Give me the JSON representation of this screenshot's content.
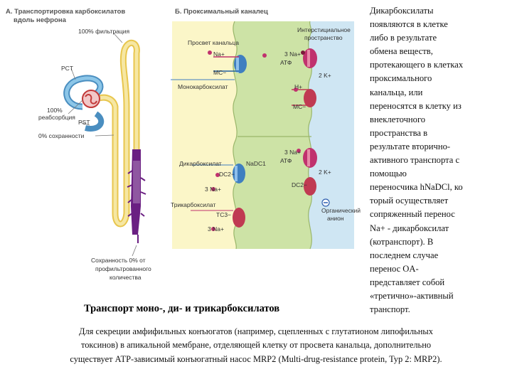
{
  "panel_a": {
    "title_line1": "А. Транспортировка карбоксилатов",
    "title_line2": "вдоль нефрона",
    "filtration": "100% фильтрация",
    "pct": "PCT",
    "reabsorption_line1": "100%",
    "reabsorption_line2": "реабсорбция",
    "pst": "PST",
    "retention": "0% сохранности",
    "preserved_line1": "Сохранность 0% от",
    "preserved_line2": "профильтрованного",
    "preserved_line3": "количества"
  },
  "panel_b": {
    "title": "Б. Проксимальный каналец",
    "lumen": "Просвет канальца",
    "interstitial_line1": "Интерстициальное",
    "interstitial_line2": "пространство",
    "na_plus": "Na+",
    "mc_minus": "MC−",
    "monocarboxylate": "Монокарбоксилат",
    "three_na_1": "3 Na+",
    "atp_1": "АТФ",
    "two_k_1": "2 K+",
    "h_plus": "H+",
    "mc_minus_right": "MC−",
    "dicarboxylate": "Дикарбоксилат",
    "nadc1": "NaDC1",
    "dc2_left": "DC2−",
    "three_na_left": "3 Na+",
    "three_na_2": "3 Na+",
    "atp_2": "АТФ",
    "two_k_2": "2 K+",
    "dc2_right": "DC2−",
    "tricarboxylate": "Трикарбоксилат",
    "tc3": "TC3−",
    "three_na_bottom": "3 Na+",
    "organic_anion_line1": "Органический",
    "organic_anion_line2": "анион"
  },
  "figure_caption": "Транспорт моно-, ди- и трикарбоксилатов",
  "side_text": [
    "Дикарбоксилаты",
    "появляются в клетке",
    "либо в результате",
    "обмена веществ,",
    "протекающего в клетках",
    "проксимального",
    "канальца, или",
    "переносятся в клетку из",
    "внеклеточного",
    "пространства в",
    "результате вторично-",
    "активного транспорта с",
    "помощью",
    "переносчика hNaDCl, ко",
    "торый осуществляет",
    "сопряженный перенос",
    "Na+ - дикарбоксилат",
    "(котранспорт). В",
    "последнем случае",
    "перенос OA-",
    "представляет собой",
    "«третично»-активный",
    "транспорт."
  ],
  "bottom_text": [
    "Для секреции амфифильных конъюгатов (например, сцепленных с глутатионом липофильных",
    "токсинов) в апикальной мембране, отделяющей клетку от просвета канальца, дополнительно",
    "существует АТР-зависимый конъюгатный насос MRP2 (Multi-drug-resistance protein, Typ 2: MRP2)."
  ],
  "colors": {
    "tubule_yellow": "#f3dc7a",
    "tubule_blue": "#6fb3d8",
    "collecting_purple": "#6a1f82",
    "lumen_bg": "#fbf6c8",
    "cell_green": "#cde3a6",
    "interstitium_blue": "#cfe6f3",
    "pump_magenta": "#c0326e",
    "transporter_blue": "#3f7fc0"
  }
}
